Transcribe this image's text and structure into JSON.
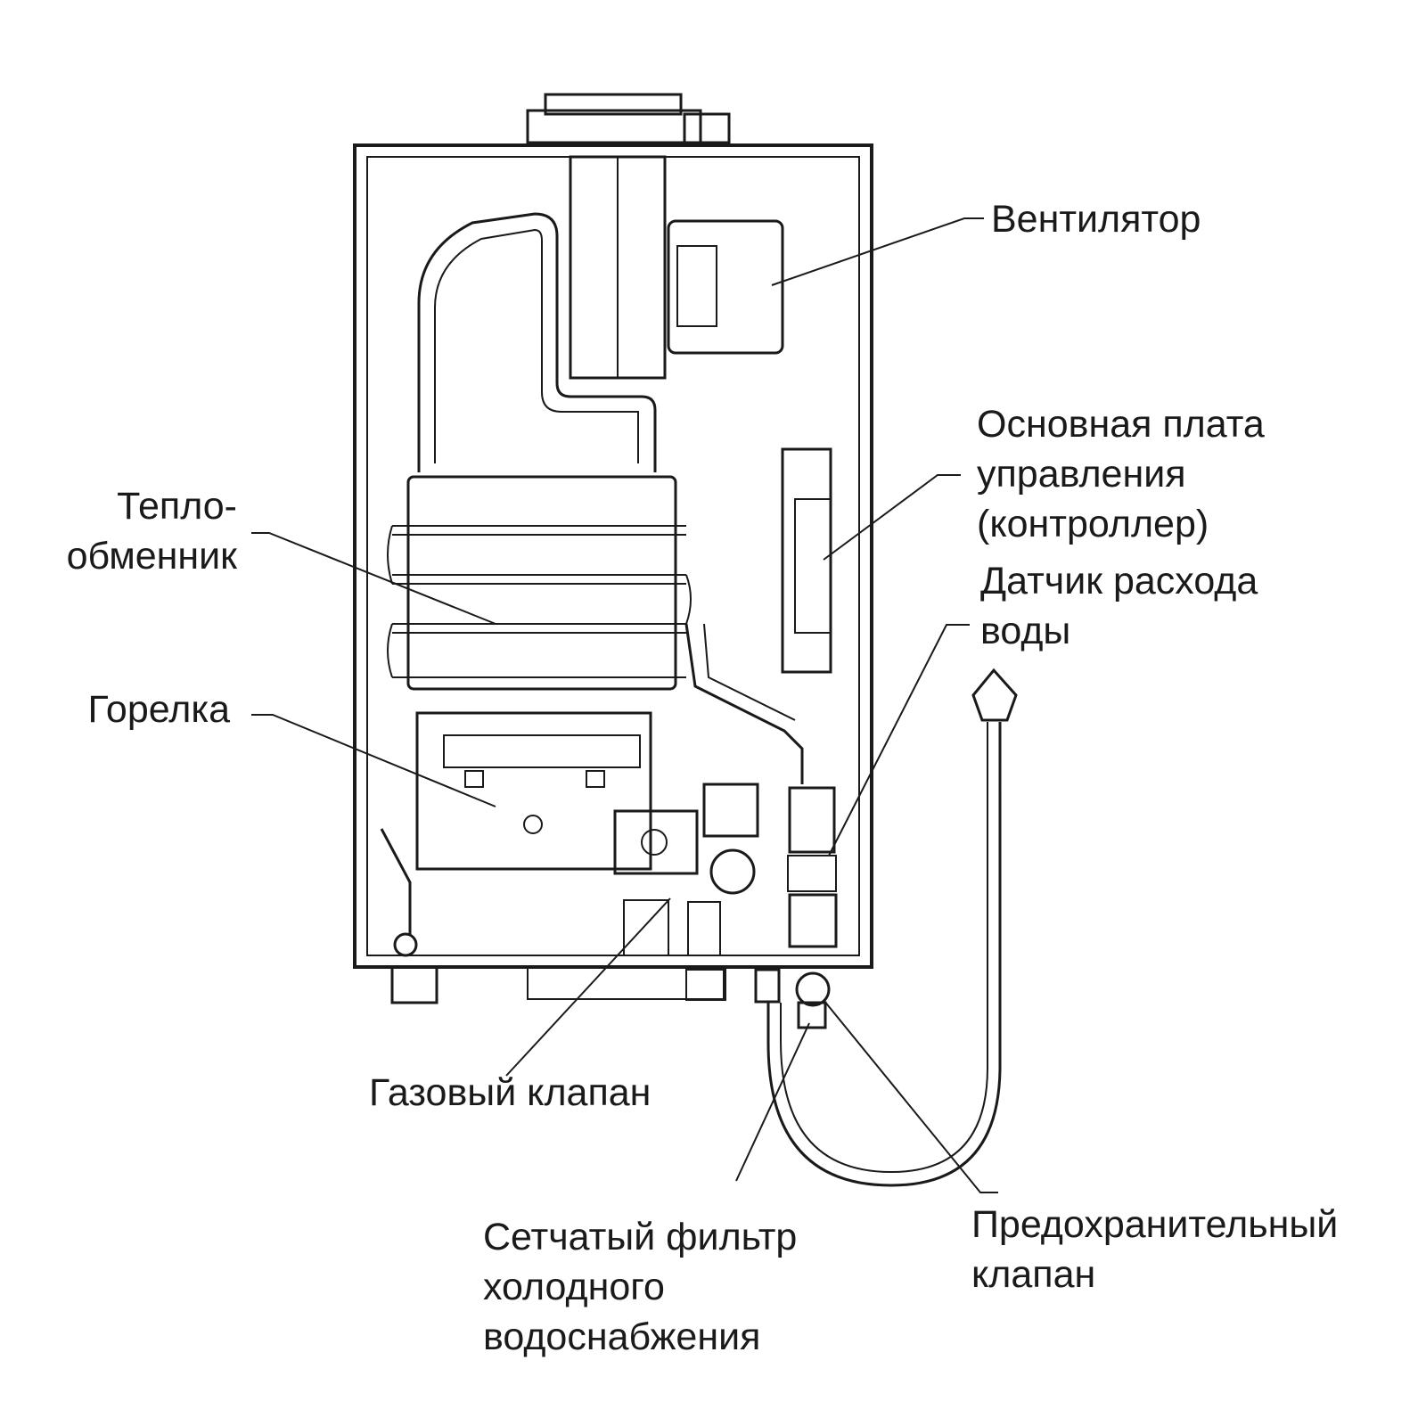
{
  "labels": {
    "fan": {
      "lines": [
        "Вентилятор"
      ]
    },
    "control_board": {
      "lines": [
        "Основная плата",
        "управления",
        "(контроллер)"
      ]
    },
    "flow_sensor": {
      "lines": [
        "Датчик расхода",
        "воды"
      ]
    },
    "heat_exchanger": {
      "lines": [
        "Тепло-",
        "обменник"
      ]
    },
    "burner": {
      "lines": [
        "Горелка"
      ]
    },
    "gas_valve": {
      "lines": [
        "Газовый клапан"
      ]
    },
    "strainer": {
      "lines": [
        "Сетчатый фильтр",
        "холодного",
        "водоснабжения"
      ]
    },
    "safety_valve": {
      "lines": [
        "Предохранительный",
        "клапан"
      ]
    }
  },
  "colors": {
    "ink": "#1a1a1a",
    "background": "#ffffff"
  }
}
